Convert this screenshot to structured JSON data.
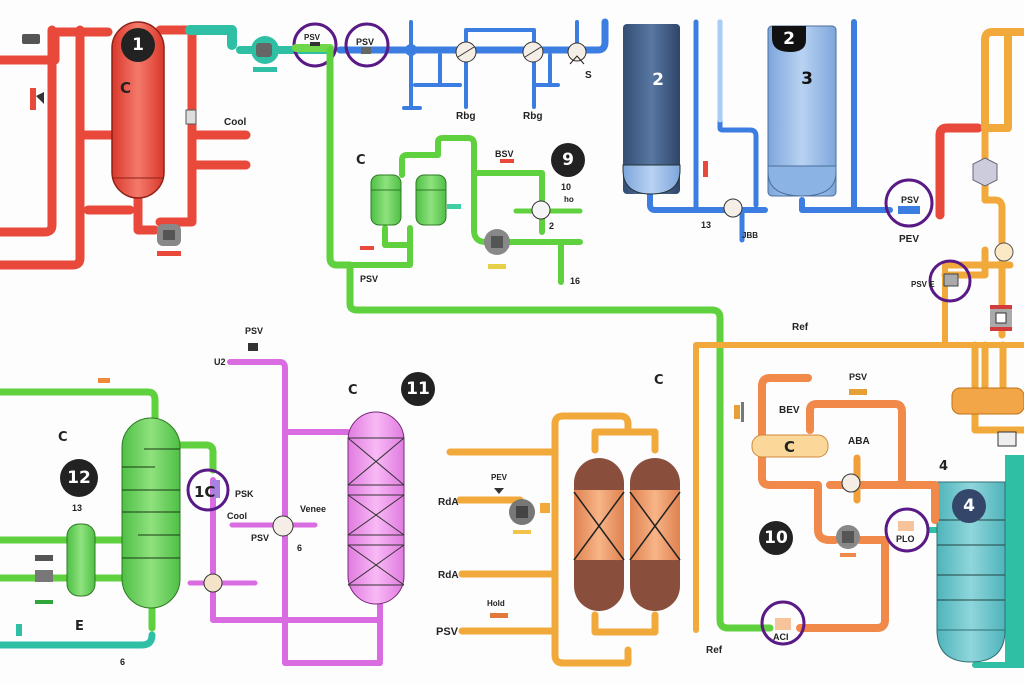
{
  "diagram": {
    "type": "piping-and-instrumentation-diagram",
    "colors": {
      "red_line": "#e8493a",
      "teal_line": "#2fbfa5",
      "blue_line": "#3b7de0",
      "green_line": "#5fd03e",
      "orange_line": "#f2a93b",
      "pink_line": "#d96ce0",
      "copper_line": "#f0894a",
      "purple_highlight": "#5a1a86",
      "badge": "#222222"
    },
    "badges": [
      {
        "id": "b1",
        "text": "1"
      },
      {
        "id": "b2a",
        "text": "2"
      },
      {
        "id": "b2b",
        "text": "2"
      },
      {
        "id": "b3",
        "text": "3"
      },
      {
        "id": "b4",
        "text": "4"
      },
      {
        "id": "b9",
        "text": "9"
      },
      {
        "id": "b10",
        "text": "10"
      },
      {
        "id": "b11",
        "text": "11"
      },
      {
        "id": "b12",
        "text": "12"
      },
      {
        "id": "b10c",
        "text": "1C"
      }
    ],
    "labels": {
      "v1_c": "C",
      "cool_top": "Cool",
      "psv_teal": "PSV",
      "psv_blue": "PSV",
      "rbg1": "Rbg",
      "rbg2": "Rbg",
      "s_label": "S",
      "green_c": "C",
      "bsv": "BSV",
      "n10": "10",
      "n_ho": "ho",
      "n2": "2",
      "n16": "16",
      "psv_green": "PSV",
      "n13_blue": "13",
      "n_jbb": "JBB",
      "psv_circle_right": "PSV",
      "pev_right": "PEV",
      "psv_e": "PSV E",
      "ref_top": "Ref",
      "c_orange": "C",
      "bev": "BEV",
      "psv_copper": "PSV",
      "c_exchanger": "C",
      "aba": "ABA",
      "n4": "4",
      "plo": "PLO",
      "aci": "ACI",
      "ref_bottom": "Ref",
      "psv_pink_top": "PSV",
      "u2": "U2",
      "c_pink": "C",
      "psk": "PSK",
      "cool_pink": "Cool",
      "psv_pink": "PSV",
      "venee": "Venee",
      "n6_pink": "6",
      "c_left": "C",
      "n13_left": "13",
      "e_left": "E",
      "n6_left": "6",
      "rda1": "RdA",
      "pev_orange": "PEV",
      "rda2": "RdA",
      "hold": "Hold",
      "psv_orange": "PSV"
    }
  }
}
